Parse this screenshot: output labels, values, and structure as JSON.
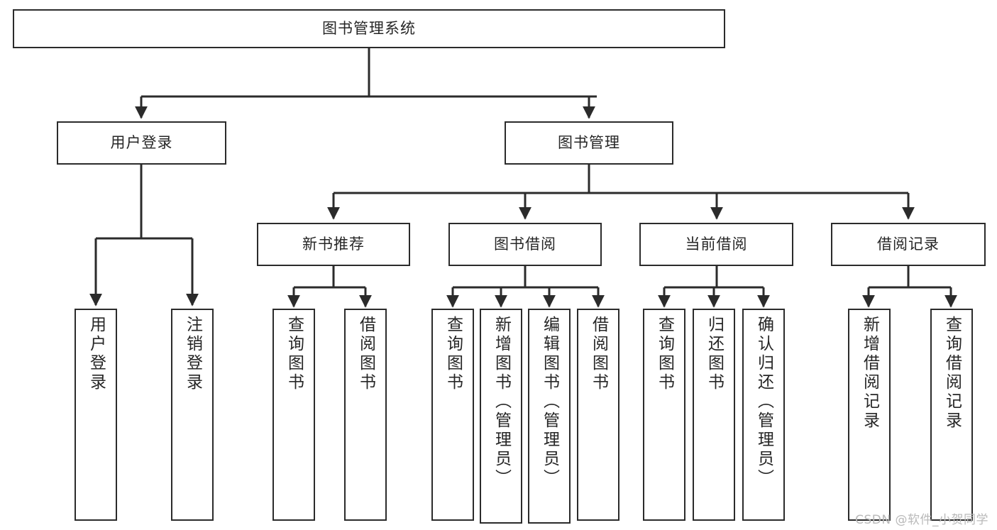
{
  "diagram": {
    "type": "tree-hierarchy",
    "title": "图书管理系统",
    "watermark": "CSDN @软件_小贺同学",
    "colors": {
      "box_border": "#2b2b2b",
      "box_fill": "#ffffff",
      "connector": "#2b2b2b",
      "text": "#262626",
      "watermark": "#b9b9b9"
    },
    "nodes": {
      "root": "图书管理系统",
      "level1": [
        "用户登录",
        "图书管理"
      ],
      "level2": [
        "新书推荐",
        "图书借阅",
        "当前借阅",
        "借阅记录"
      ],
      "leaves": {
        "user_login": [
          "用户登录",
          "注销登录"
        ],
        "new_book": [
          "查询图书",
          "借阅图书"
        ],
        "book_borrow": [
          "查询图书",
          "新增图书（管理员）",
          "编辑图书（管理员）",
          "借阅图书"
        ],
        "current_borrow": [
          "查询图书",
          "归还图书",
          "确认归还（管理员）"
        ],
        "borrow_record": [
          "新增借阅记录",
          "查询借阅记录"
        ]
      }
    },
    "edges": [
      {
        "from": "图书管理系统",
        "to": "用户登录"
      },
      {
        "from": "图书管理系统",
        "to": "图书管理"
      },
      {
        "from": "图书管理",
        "to": "新书推荐"
      },
      {
        "from": "图书管理",
        "to": "图书借阅"
      },
      {
        "from": "图书管理",
        "to": "当前借阅"
      },
      {
        "from": "图书管理",
        "to": "借阅记录"
      },
      {
        "from": "用户登录",
        "to": "用户登录"
      },
      {
        "from": "用户登录",
        "to": "注销登录"
      },
      {
        "from": "新书推荐",
        "to": "查询图书"
      },
      {
        "from": "新书推荐",
        "to": "借阅图书"
      },
      {
        "from": "图书借阅",
        "to": "查询图书"
      },
      {
        "from": "图书借阅",
        "to": "新增图书（管理员）"
      },
      {
        "from": "图书借阅",
        "to": "编辑图书（管理员）"
      },
      {
        "from": "图书借阅",
        "to": "借阅图书"
      },
      {
        "from": "当前借阅",
        "to": "查询图书"
      },
      {
        "from": "当前借阅",
        "to": "归还图书"
      },
      {
        "from": "当前借阅",
        "to": "确认归还（管理员）"
      },
      {
        "from": "借阅记录",
        "to": "新增借阅记录"
      },
      {
        "from": "借阅记录",
        "to": "查询借阅记录"
      }
    ]
  }
}
